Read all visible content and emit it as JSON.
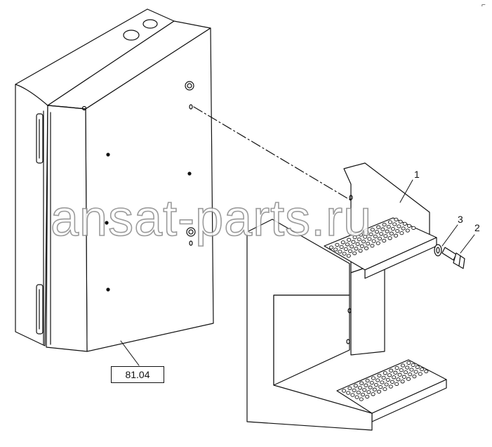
{
  "callouts": {
    "part_1": "1",
    "part_2": "2",
    "part_3": "3"
  },
  "reference": "81.04",
  "watermark": "ansat-parts.ru",
  "colors": {
    "line": "#111111",
    "panel_fill": "#ffffff",
    "watermark_outline": "#8a8a8a"
  }
}
